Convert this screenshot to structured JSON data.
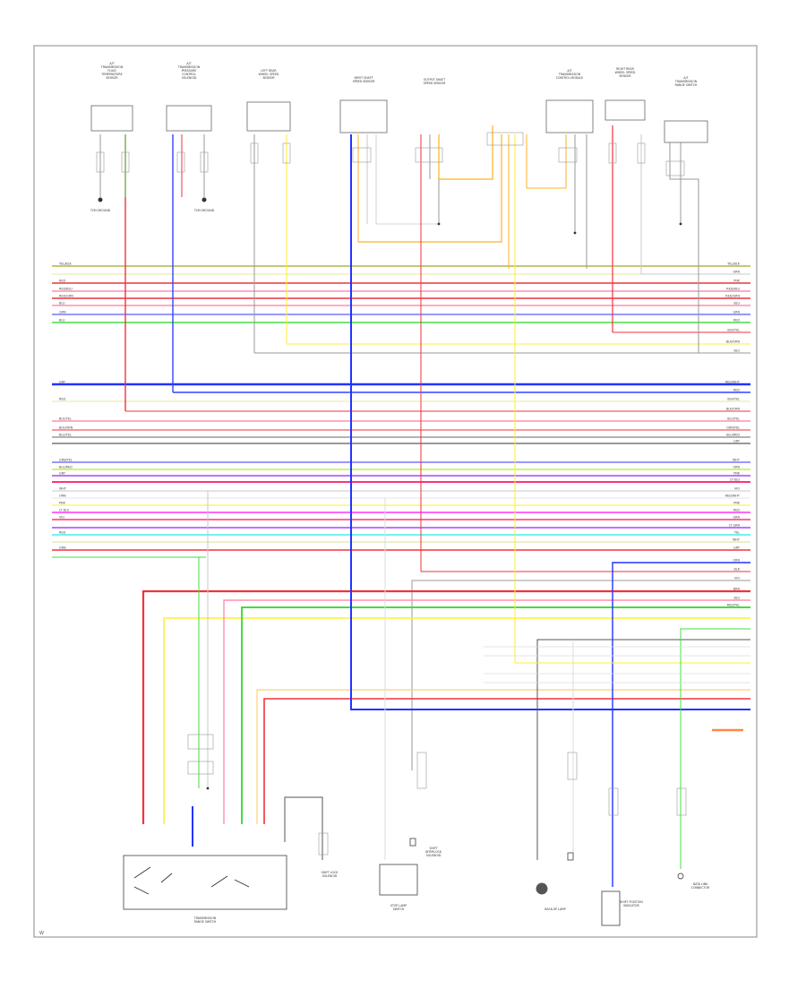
{
  "diagram": {
    "footer_code": "W",
    "colors": {
      "frame": "#8a8a8a",
      "yellow_green": "#b5b54a",
      "red": "#f2323c",
      "pink": "#ff8fb0",
      "green": "#44dd44",
      "blue": "#2233ff",
      "gray": "#9a9a9a",
      "yellow": "#ffee33",
      "orange": "#ffb020",
      "magenta": "#ff33ff",
      "cyan": "#44eeee",
      "violet": "#b040ff",
      "white_wire": "#c8c8c8",
      "black_wire": "#555555"
    },
    "top_components": [
      {
        "id": "c1",
        "label": "A/T TRANSMISSION FLUID TEMPERATURE SENSOR"
      },
      {
        "id": "c2",
        "label": "A/T TRANSMISSION PRESSURE CONTROL SOLENOID"
      },
      {
        "id": "c3",
        "label": "LEFT REAR WHEEL SPEED SENSOR"
      },
      {
        "id": "c4",
        "label": "INPUT SHAFT SPEED SENSOR"
      },
      {
        "id": "c5",
        "label": "OUTPUT SHAFT SPEED SENSOR"
      },
      {
        "id": "c6",
        "label": "A/T TRANSMISSION CONTROL MODULE"
      },
      {
        "id": "c7",
        "label": "RIGHT REAR WHEEL SPEED SENSOR"
      },
      {
        "id": "c8",
        "label": "A/T TRANSMISSION RANGE SWITCH"
      }
    ],
    "grounds": [
      {
        "id": "g1",
        "label": "TCM GROUND"
      },
      {
        "id": "g2",
        "label": "TCM GROUND"
      }
    ],
    "bottom_components": [
      {
        "id": "b1",
        "label": "TRANSMISSION RANGE SWITCH"
      },
      {
        "id": "b2",
        "label": "SHIFT LOCK SOLENOID"
      },
      {
        "id": "b3",
        "label": "STOP LAMP SWITCH"
      },
      {
        "id": "b4",
        "label": "SHIFT INTERLOCK SOLENOID"
      },
      {
        "id": "b5",
        "label": "BACK-UP LAMP"
      },
      {
        "id": "b6",
        "label": "SHIFT POSITION INDICATOR"
      },
      {
        "id": "b7",
        "label": "DATA LINK CONNECTOR"
      }
    ],
    "left_wire_labels": [
      "YEL/BLK",
      "RED",
      "RED/BLU",
      "RED/GRN",
      "BLU",
      "GRN",
      "BLU",
      "GRY",
      "RED",
      "BLK/YEL",
      "BLK/ORN",
      "BLU/YEL",
      "GRN/YEL",
      "BLU/RED",
      "GRY",
      "WHT",
      "ORN",
      "PNK",
      "LT BLU",
      "VIO",
      "RED",
      "GRN"
    ],
    "right_wire_labels": [
      "YEL/BLK",
      "GRN",
      "PNK",
      "RED/BLU",
      "RED/GRN",
      "BLU",
      "GRN",
      "RED",
      "BLK/YEL",
      "BLK/ORN",
      "BLU",
      "RED/WHT",
      "RED",
      "BLK/YEL",
      "BLK/ORN",
      "BLU/YEL",
      "GRN/YEL",
      "BLU/RED",
      "GRY",
      "WHT",
      "ORN",
      "PNK",
      "LT BLU",
      "VIO",
      "RED/WHT",
      "PNK",
      "RED",
      "GRN",
      "LT GRN",
      "YEL",
      "WHT",
      "GRY",
      "ORN",
      "BLK",
      "VIO",
      "BRN",
      "BLU",
      "RED/YEL"
    ]
  }
}
